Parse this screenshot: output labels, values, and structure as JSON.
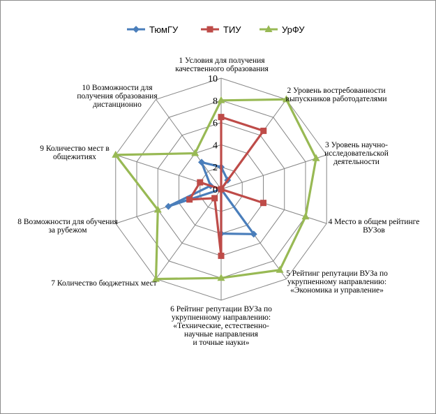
{
  "chart_data": {
    "type": "radar",
    "title": "",
    "rlim": [
      0,
      10
    ],
    "ticks": [
      "0",
      "2",
      "4",
      "6",
      "8",
      "10"
    ],
    "categories": [
      [
        "1 Условия для получения",
        "качественного образования"
      ],
      [
        "2 Уровень востребованности",
        "выпускников  работодателями"
      ],
      [
        "3 Уровень научно-",
        "исследовательской",
        "деятельности"
      ],
      [
        "4 Место в общем рейтинге",
        "ВУЗов"
      ],
      [
        "5 Рейтинг  репутации   ВУЗа по",
        "укрупненному  направлению:",
        "«Экономика и управление»"
      ],
      [
        "6 Рейтинг  репутации   ВУЗа по",
        "укрупненному  направлению:",
        "«Технические,  естественно-",
        "научные  направления",
        "и точные науки»"
      ],
      [
        "7 Количество бюджетных мест"
      ],
      [
        "8 Возможности для обучения",
        "за рубежом"
      ],
      [
        "9 Количество мест в",
        "общежитиях"
      ],
      [
        "10 Возможности для",
        "получения образования",
        "дистанционно"
      ]
    ],
    "legend_position": "top",
    "series": [
      {
        "name": "ТюмГУ",
        "color": "#4a7ebb",
        "marker": "diamond",
        "values": [
          2,
          1,
          0,
          0,
          5,
          4,
          0,
          5,
          1,
          3
        ]
      },
      {
        "name": "ТИУ",
        "color": "#be4b48",
        "marker": "square",
        "values": [
          6.5,
          6.5,
          0,
          4,
          0,
          6,
          1,
          3,
          2,
          0
        ]
      },
      {
        "name": "УрФУ",
        "color": "#98b954",
        "marker": "triangle",
        "values": [
          8,
          10,
          9,
          8,
          9,
          8,
          10,
          6,
          10,
          4
        ]
      }
    ]
  }
}
